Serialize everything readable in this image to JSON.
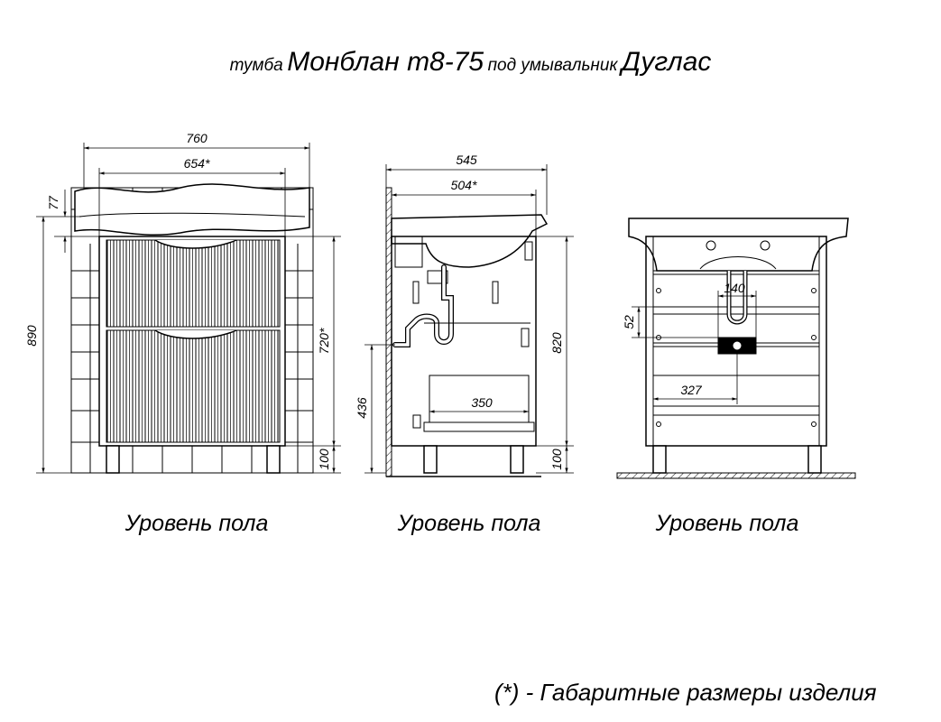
{
  "title": {
    "prefix": "тумба",
    "model": "Монблан т8-75",
    "middle": "под умывальник",
    "sink": "Дуглас"
  },
  "views": {
    "front": {
      "floor_label": "Уровень пола",
      "dims": {
        "width_total": "760",
        "width_body": "654*",
        "top_thickness": "77",
        "height_total": "890",
        "height_body": "720*",
        "leg_height": "100"
      }
    },
    "side": {
      "floor_label": "Уровень пола",
      "dims": {
        "depth_total": "545",
        "depth_body": "504*",
        "height_body": "820",
        "shelf_height": "436",
        "leg_height": "100",
        "drawer_depth": "350"
      }
    },
    "back": {
      "floor_label": "Уровень пола",
      "dims": {
        "cutout_width": "140",
        "cutout_height": "52",
        "cutout_offset": "327"
      }
    }
  },
  "footnote": "(*) - Габаритные размеры изделия"
}
